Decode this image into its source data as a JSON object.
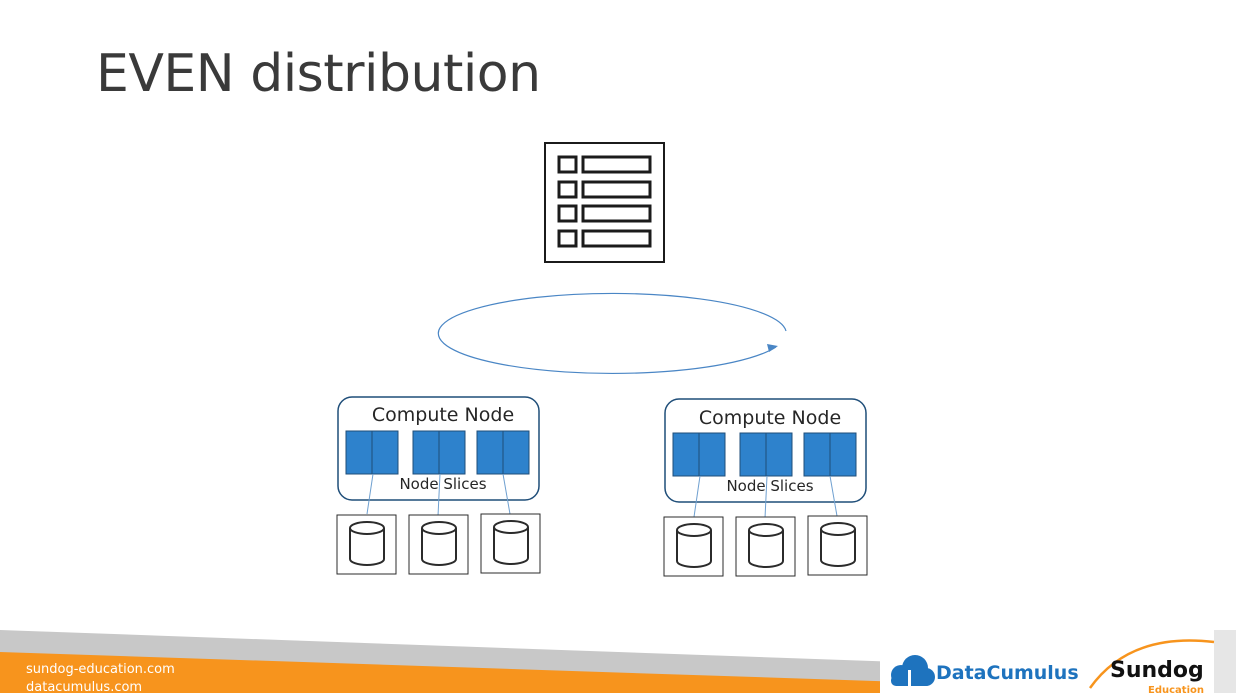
{
  "slide": {
    "title": "EVEN distribution"
  },
  "diagram": {
    "nodes": [
      {
        "label": "Compute Node",
        "slices_label": "Node Slices"
      },
      {
        "label": "Compute Node",
        "slices_label": "Node Slices"
      }
    ],
    "colors": {
      "slice_fill": "#2e82cc",
      "node_border": "#1f4e79",
      "arrow": "#4a86c5"
    }
  },
  "footer": {
    "urls": [
      "sundog-education.com",
      "datacumulus.com"
    ],
    "brands": {
      "datacumulus": "DataCumulus",
      "sundog": "Sundog",
      "sundog_sub": "Education"
    },
    "colors": {
      "bar": "#f7941d",
      "stripe": "#c8c8c8"
    }
  }
}
